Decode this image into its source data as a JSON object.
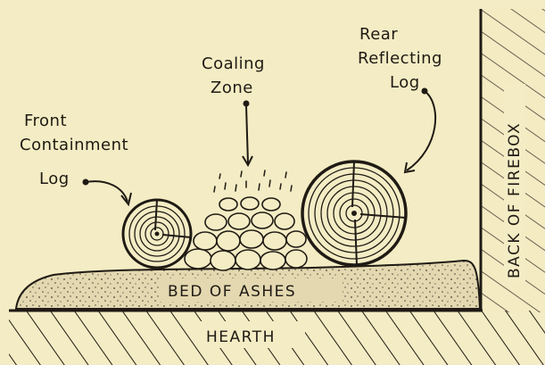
{
  "labels": {
    "coaling_zone": [
      "Coaling",
      "Zone"
    ],
    "rear_log": [
      "Rear",
      "Reflecting",
      "Log"
    ],
    "front_log": [
      "Front",
      "Containment",
      "Log"
    ],
    "bed_of_ashes": "BED OF ASHES",
    "hearth": "HEARTH",
    "back_of_firebox": "BACK OF FIREBOX"
  },
  "colors": {
    "paper": "#f4ecc4",
    "ink": "#1f1a14",
    "ash": "#e3d8b0"
  }
}
